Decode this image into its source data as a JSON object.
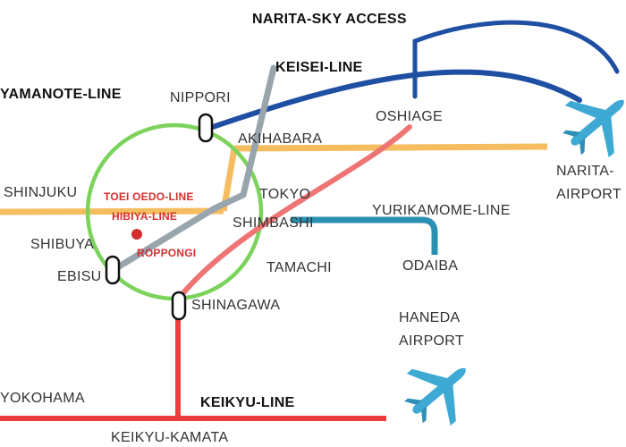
{
  "colors": {
    "yamanote": "#7cd35c",
    "keisei": "#1e4fa3",
    "sky_access": "#1e4fa3",
    "asakusa": "#ef7575",
    "sobu": "#f5bd60",
    "hibiya": "#98a5ad",
    "yurikamome": "#2a91b2",
    "keikyu": "#ec3c3c",
    "plane": "#3ea9d3",
    "highlight": "#d32f2f"
  },
  "lines": {
    "narita_sky_access": "NARITA-SKY ACCESS",
    "keisei": "KEISEI-LINE",
    "yamanote": "YAMANOTE-LINE",
    "yurikamome": "YURIKAMOME-LINE",
    "keikyu": "KEIKYU-LINE",
    "toei_oedo": "TOEI OEDO-LINE",
    "hibiya": "HIBIYA-LINE"
  },
  "stations": {
    "nippori": "NIPPORI",
    "oshiage": "OSHIAGE",
    "akihabara": "AKIHABARA",
    "shinjuku": "SHINJUKU",
    "tokyo": "TOKYO",
    "shimbashi": "SHIMBASHI",
    "shibuya": "SHIBUYA",
    "ebisu": "EBISU",
    "roppongi": "ROPPONGI",
    "tamachi": "TAMACHI",
    "odaiba": "ODAIBA",
    "shinagawa": "SHINAGAWA",
    "yokohama": "YOKOHAMA",
    "keikyu_kamata": "KEIKYU-KAMATA"
  },
  "airports": {
    "narita_line1": "NARITA-",
    "narita_line2": "AIRPORT",
    "haneda_line1": "HANEDA",
    "haneda_line2": "AIRPORT"
  },
  "icons": {
    "narita": "airplane-icon",
    "haneda": "airplane-icon"
  }
}
